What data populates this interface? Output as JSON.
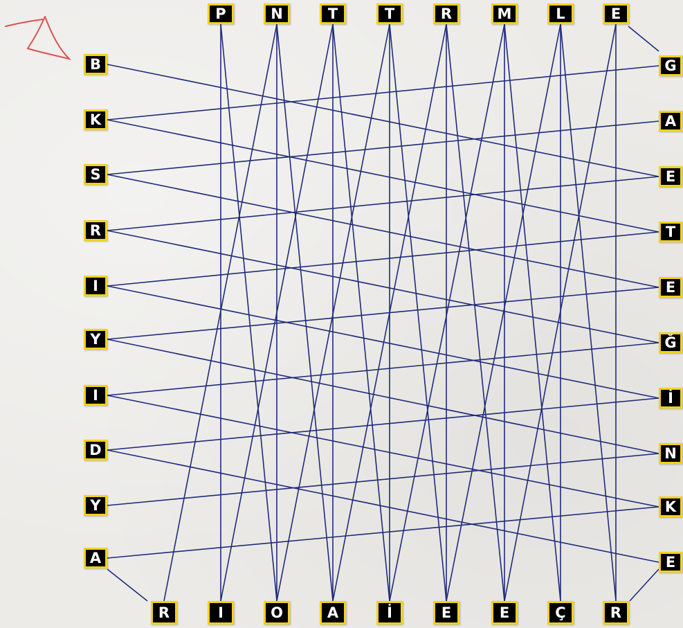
{
  "puzzle": {
    "top_letters": [
      "P",
      "N",
      "T",
      "T",
      "R",
      "M",
      "L",
      "E"
    ],
    "left_letters": [
      "B",
      "K",
      "S",
      "R",
      "I",
      "Y",
      "I",
      "D",
      "Y",
      "A"
    ],
    "right_letters": [
      "G",
      "A",
      "E",
      "T",
      "E",
      "Ğ",
      "İ",
      "N",
      "K",
      "E"
    ],
    "bottom_letters": [
      "R",
      "I",
      "O",
      "A",
      "İ",
      "E",
      "E",
      "Ç",
      "R"
    ],
    "start_marker": "triangle-arrow-icon",
    "colors": {
      "line": "#1f2a7a",
      "tile_fill": "#000000",
      "tile_border": "#f2d21b",
      "tile_text": "#ffffff",
      "marker": "#d9534f",
      "background": "#ecebe8"
    }
  }
}
